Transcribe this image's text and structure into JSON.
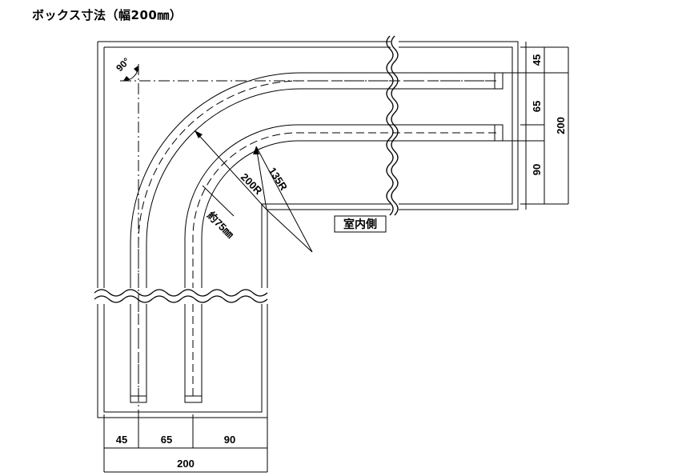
{
  "title": "ボックス寸法（幅200㎜）",
  "labels": {
    "angle": "90°",
    "outer_radius": "135R",
    "inner_radius": "200R",
    "approx": "約75㎜",
    "indoor": "室内側"
  },
  "dims_right": {
    "d1": "45",
    "d2": "65",
    "d3": "90",
    "total": "200"
  },
  "dims_bottom": {
    "d1": "45",
    "d2": "65",
    "d3": "90",
    "total": "200"
  }
}
